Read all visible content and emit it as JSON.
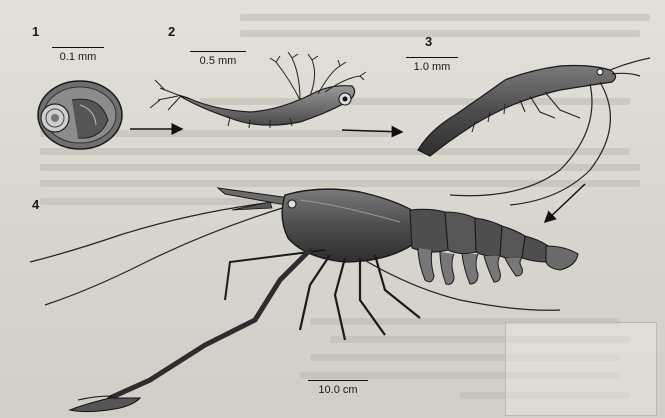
{
  "figure": {
    "stages": [
      {
        "number": "1",
        "scale_label": "0.1 mm"
      },
      {
        "number": "2",
        "scale_label": "0.5 mm"
      },
      {
        "number": "3",
        "scale_label": "1.0 mm"
      },
      {
        "number": "4",
        "scale_label": "10.0 cm"
      }
    ],
    "colors": {
      "ink": "#1a1a1a",
      "body_shade": "#555555",
      "body_dark": "#3a3a3a",
      "paper": "#dcd9d3"
    }
  }
}
